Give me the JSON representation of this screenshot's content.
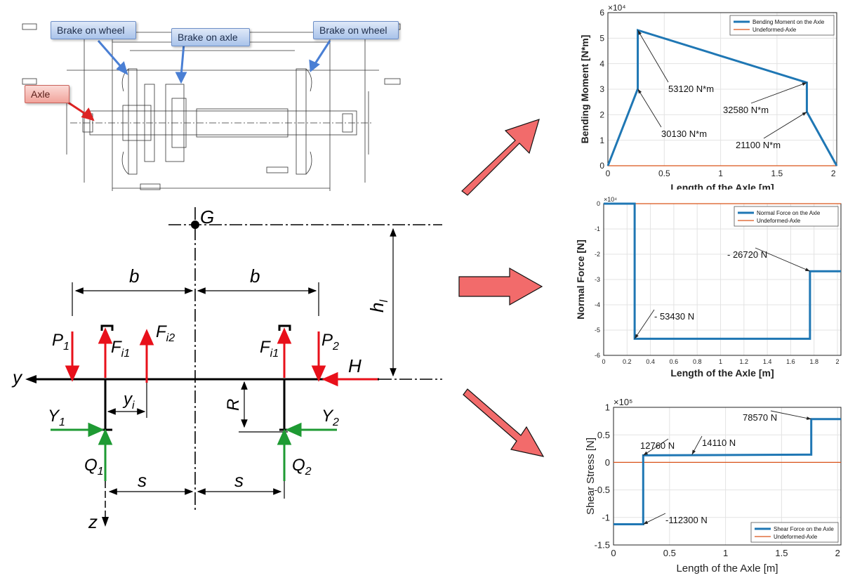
{
  "drawing": {
    "callouts": {
      "brake_wheel_left": "Brake on wheel",
      "brake_axle": "Brake on axle",
      "brake_wheel_right": "Brake on wheel",
      "axle": "Axle"
    }
  },
  "force_diagram": {
    "point_g": "G",
    "b_left": "b",
    "b_right": "b",
    "h": "h",
    "h_sub": "l",
    "y_axis": "y",
    "z_axis": "z",
    "p1": "P",
    "p1_sub": "1",
    "p2": "P",
    "p2_sub": "2",
    "fi1_left": "F",
    "fi1_left_sub": "i1",
    "fi2": "F",
    "fi2_sub": "i2",
    "fi1_right": "F",
    "fi1_right_sub": "i1",
    "h_force": "H",
    "yi": "y",
    "yi_sub": "i",
    "y1": "Y",
    "y1_sub": "1",
    "y2": "Y",
    "y2_sub": "2",
    "q1": "Q",
    "q1_sub": "1",
    "q2": "Q",
    "q2_sub": "2",
    "r": "R",
    "s_left": "s",
    "s_right": "s",
    "colors": {
      "red": "#e8101a",
      "green": "#1e9a33",
      "black": "#000000"
    }
  },
  "arrows": {
    "color": "#f26b6b",
    "outline": "#111111"
  },
  "chart_data": [
    {
      "type": "line",
      "ylabel": "Bending Moment [N*m]",
      "xlabel": "Length of the Axle [m]",
      "exponent": "×10^4",
      "xlim": [
        0,
        2.03
      ],
      "ylim": [
        0,
        6
      ],
      "xticks": [
        "0",
        "0.5",
        "1",
        "1.5",
        "2"
      ],
      "yticks": [
        "0",
        "1",
        "2",
        "3",
        "4",
        "5",
        "6"
      ],
      "series": [
        {
          "name": "Bending Moment on the Axle",
          "color": "#1f77b4",
          "x": [
            0,
            0.265,
            0.265,
            1.765,
            1.765,
            2.03
          ],
          "y": [
            0,
            3.013,
            5.312,
            3.258,
            2.11,
            0
          ]
        },
        {
          "name": "Undeformed-Axle",
          "color": "#d95319",
          "x": [
            0,
            2.03
          ],
          "y": [
            0,
            0
          ]
        }
      ],
      "annotations": [
        "53120 N*m",
        "30130 N*m",
        "32580 N*m",
        "21100 N*m"
      ],
      "legend": "top-right",
      "grid": true
    },
    {
      "type": "line",
      "ylabel": "Normal Force [N]",
      "xlabel": "Length of the Axle [m]",
      "exponent": "×10^4",
      "xlim": [
        0,
        2.03
      ],
      "ylim": [
        -6,
        0
      ],
      "xticks": [
        "0",
        "0.2",
        "0.4",
        "0.6",
        "0.8",
        "1",
        "1.2",
        "1.4",
        "1.6",
        "1.8",
        "2"
      ],
      "yticks": [
        "0",
        "-1",
        "-2",
        "-3",
        "-4",
        "-5",
        "-6"
      ],
      "series": [
        {
          "name": "Normal Force on the Axle",
          "color": "#1f77b4",
          "x": [
            0,
            0.265,
            0.265,
            1.765,
            1.765,
            2.03
          ],
          "y": [
            0,
            0,
            -5.343,
            -5.343,
            -2.672,
            -2.672
          ]
        },
        {
          "name": "Undeformed-Axle",
          "color": "#d95319",
          "x": [
            0,
            2.03
          ],
          "y": [
            0,
            0
          ]
        }
      ],
      "annotations": [
        "- 26720 N",
        "- 53430 N"
      ],
      "legend": "top-right",
      "grid": true
    },
    {
      "type": "line",
      "ylabel": "Shear Stress [N]",
      "xlabel": "Length of the Axle [m]",
      "exponent": "×10^5",
      "xlim": [
        0,
        2.03
      ],
      "ylim": [
        -1.5,
        1
      ],
      "xticks": [
        "0",
        "0.5",
        "1",
        "1.5",
        "2"
      ],
      "yticks": [
        "1",
        "0.5",
        "0",
        "-0.5",
        "-1",
        "-1.5"
      ],
      "series": [
        {
          "name": "Shear Force on the Axle",
          "color": "#1f77b4",
          "x": [
            0,
            0.265,
            0.265,
            1.765,
            1.765,
            2.03
          ],
          "y": [
            -1.123,
            -1.123,
            0.1276,
            0.1411,
            0.7857,
            0.7857
          ]
        },
        {
          "name": "Undeformed-Axle",
          "color": "#d95319",
          "x": [
            0,
            2.03
          ],
          "y": [
            0,
            0
          ]
        }
      ],
      "annotations": [
        "78570 N",
        "12760 N",
        "14110 N",
        "-112300 N"
      ],
      "legend": "bottom-right",
      "grid": true
    }
  ]
}
